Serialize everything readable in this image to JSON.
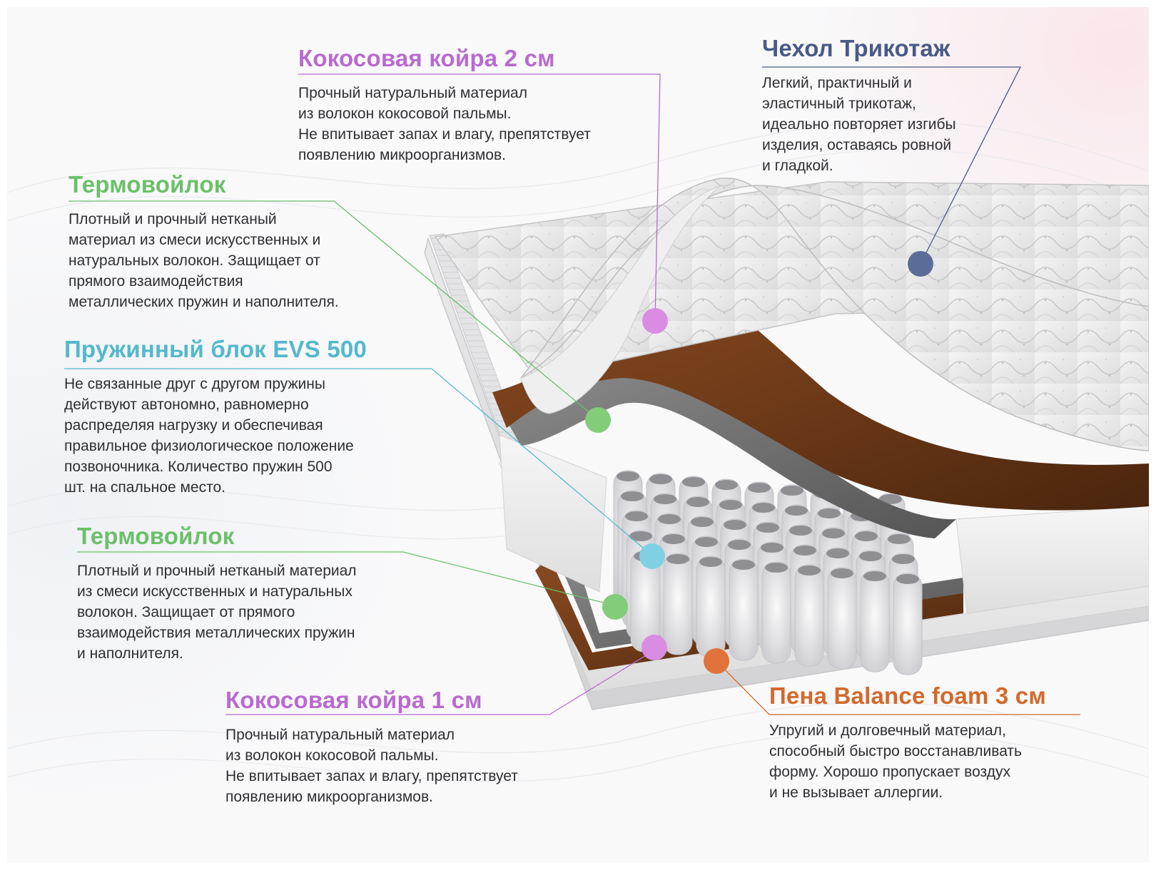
{
  "colors": {
    "coir": "#b96ad0",
    "felt": "#6cbf6a",
    "spring": "#53b8cc",
    "cover": "#485a88",
    "foam": "#d4692b",
    "coir_dot": "#d98ce2",
    "felt_dot": "#82cc7a",
    "spring_dot": "#7fd0e2",
    "cover_dot": "#5a6d99",
    "foam_dot": "#e0723a"
  },
  "layers": {
    "coir_top": {
      "title": "Кокосовая койра 2 см",
      "text": "Прочный натуральный материал\nиз волокон кокосовой пальмы.\nНе впитывает запах и влагу, препятствует\nпоявлению микроорганизмов."
    },
    "cover": {
      "title": "Чехол Трикотаж",
      "text": "Легкий, практичный и\nэластичный трикотаж,\nидеально повторяет изгибы\nизделия, оставаясь ровной\nи гладкой."
    },
    "felt_top": {
      "title": "Термовойлок",
      "text": "Плотный и прочный нетканый\nматериал из смеси искусственных и\nнатуральных волокон. Защищает от\nпрямого взаимодействия\nметаллических пружин и наполнителя."
    },
    "spring_block": {
      "title": "Пружинный блок EVS 500",
      "text": "Не связанные друг с другом пружины\nдействуют автономно, равномерно\nраспределяя нагрузку и обеспечивая\nправильное физиологическое положение\nпозвоночника. Количество пружин 500\nшт. на спальное место."
    },
    "felt_bottom": {
      "title": "Термовойлок",
      "text": "Плотный и прочный нетканый материал\nиз смеси искусственных и натуральных\nволокон. Защищает от прямого\nвзаимодействия металлических пружин\nи наполнителя."
    },
    "coir_bottom": {
      "title": "Кокосовая койра 1 см",
      "text": "Прочный натуральный материал\nиз волокон кокосовой пальмы.\nНе впитывает запах и влагу, препятствует\nпоявлению микроорганизмов."
    },
    "foam": {
      "title": "Пена Balance foam 3 см",
      "text": "Упругий и долговечный материал,\nспособный быстро восстанавливать\nформу. Хорошо пропускает воздух\nи не вызывает аллергии."
    }
  }
}
